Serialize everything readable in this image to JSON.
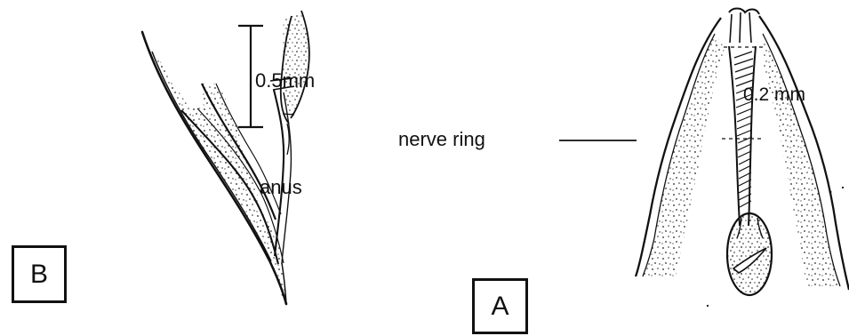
{
  "figure": {
    "panel_a": {
      "letter": "A",
      "labels": {
        "nerve_ring": "nerve ring",
        "scale": "0.2 mm"
      }
    },
    "panel_b": {
      "letter": "B",
      "labels": {
        "scale": "0.5mm",
        "anus": "anus"
      }
    }
  },
  "colors": {
    "ink": "#111111",
    "background": "#ffffff"
  }
}
